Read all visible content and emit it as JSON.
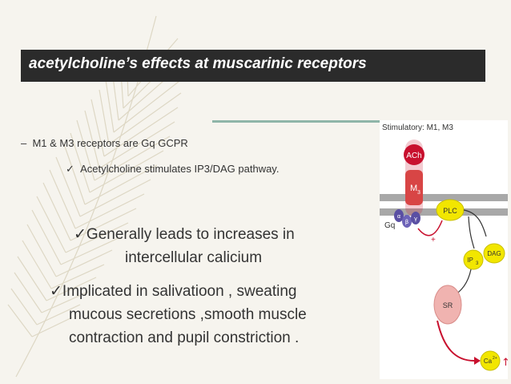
{
  "title": "acetylcholine’s effects at muscarinic receptors",
  "bullets": {
    "dash_marker": "–",
    "check_marker": "✓",
    "line1": "M1 & M3 receptors are Gq GCPR",
    "line2": "Acetylcholine stimulates IP3/DAG pathway.",
    "line3a": "Generally leads to increases in",
    "line3b": "intercellular calicium",
    "line4a": "Implicated in salivatioon , sweating",
    "line4b": "mucous secretions ,smooth muscle",
    "line4c": "contraction and pupil constriction ."
  },
  "diagram": {
    "header": "Stimulatory: M1, M3",
    "ach": "ACh",
    "receptor": "M",
    "receptor_sub": "3",
    "gq": "Gq",
    "alpha": "α",
    "beta": "β",
    "gamma": "γ",
    "plc": "PLC",
    "plus": "+",
    "ip": "IP",
    "ip_sub": "3",
    "dag": "DAG",
    "sr": "SR",
    "ca": "Ca",
    "ca_sup": "2+",
    "up_arrow": "↑"
  },
  "colors": {
    "background": "#f6f4ee",
    "title_bar": "#2b2b2b",
    "accent_rule": "#8fb5a8",
    "text": "#333333",
    "ach_red": "#c8102e",
    "membrane_gray": "#9a9a9a",
    "g_protein_purple": "#5a4fa3",
    "plc_yellow": "#f2e600",
    "sr_pink": "#f0b3b0"
  }
}
